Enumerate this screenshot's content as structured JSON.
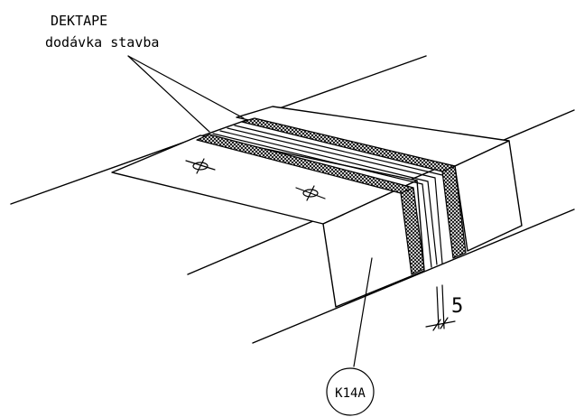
{
  "callout": {
    "line1": "DEKTAPE",
    "line2": "dodávka stavba"
  },
  "dimension": {
    "value": "5"
  },
  "tag": {
    "label": "K14A"
  }
}
